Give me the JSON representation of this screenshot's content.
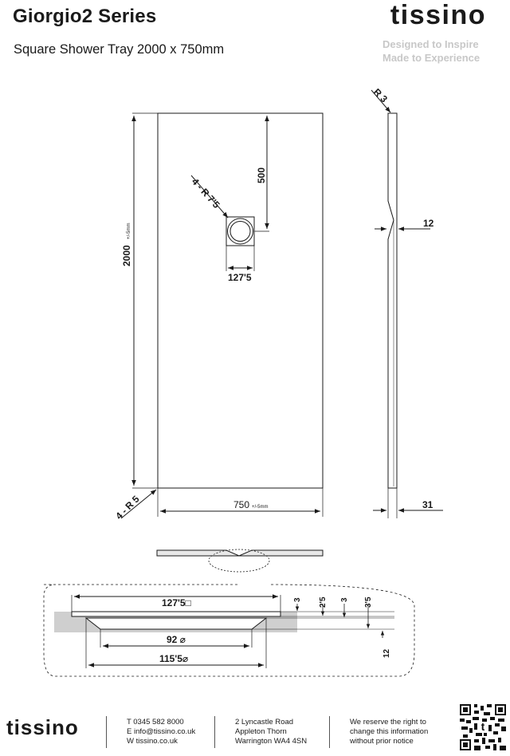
{
  "header": {
    "title": "Giorgio2 Series",
    "subtitle": "Square Shower Tray 2000 x 750mm",
    "brand": "tissino",
    "tagline_1": "Designed to Inspire",
    "tagline_2": "Made to Experience"
  },
  "plan": {
    "dim_length": "2000",
    "dim_length_tol": "+/-5mm",
    "dim_width": "750",
    "dim_width_tol": "+/-5mm",
    "dim_waste_offset": "500",
    "dim_waste_size": "127'5",
    "corner_radius_inner": "4 - R 7'5",
    "corner_radius_outer": "4 - R 5"
  },
  "side": {
    "edge_radius": "R 3",
    "drain_depth": "12",
    "thickness": "31"
  },
  "detail": {
    "waste_top": "127'5□",
    "waste_diameter": "92 ⌀",
    "waste_outer": "115'5⌀",
    "dims": [
      "3",
      "2'5",
      "3",
      "3'5"
    ],
    "depth": "12"
  },
  "footer": {
    "brand": "tissino",
    "contact": [
      "T 0345 582 8000",
      "E info@tissino.co.uk",
      "W tissino.co.uk"
    ],
    "address": [
      "2 Lyncastle Road",
      "Appleton Thorn",
      "Warrington WA4 4SN"
    ],
    "notice": [
      "We reserve the right to",
      "change this information",
      "without prior notice"
    ]
  },
  "colors": {
    "ink": "#1a1a1a",
    "tagline": "#c8c8c8",
    "section_fill": "#cfcfcf"
  }
}
